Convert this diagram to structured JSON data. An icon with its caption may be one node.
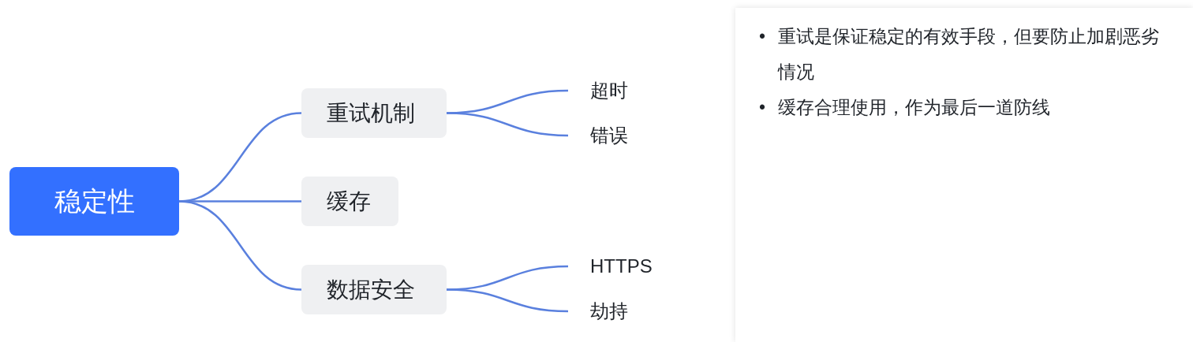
{
  "diagram": {
    "nodes": [
      {
        "text": [
          "稳定性"
        ]
      },
      {
        "text": [
          "重试机制"
        ]
      },
      {
        "text": [
          "缓存"
        ]
      },
      {
        "text": [
          "数据安全"
        ]
      },
      {
        "text": [
          "超时"
        ]
      },
      {
        "text": [
          "错误"
        ]
      },
      {
        "text": [
          "HTTPS"
        ]
      },
      {
        "text": [
          "劫持"
        ]
      },
      {
        "text": [
          "重试是保证稳定的有效手段，但要防止加剧恶劣情况",
          "缓存合理使用，作为最后一道防线"
        ]
      }
    ],
    "edges": [
      {
        "from": 0,
        "to": 1,
        "arrow": "none"
      },
      {
        "from": 0,
        "to": 2,
        "arrow": "none"
      },
      {
        "from": 0,
        "to": 3,
        "arrow": "none"
      },
      {
        "from": 1,
        "to": 4,
        "arrow": "none"
      },
      {
        "from": 1,
        "to": 5,
        "arrow": "none"
      },
      {
        "from": 3,
        "to": 6,
        "arrow": "none"
      },
      {
        "from": 3,
        "to": 7,
        "arrow": "none"
      }
    ],
    "labels": [
      "•",
      "•"
    ]
  }
}
